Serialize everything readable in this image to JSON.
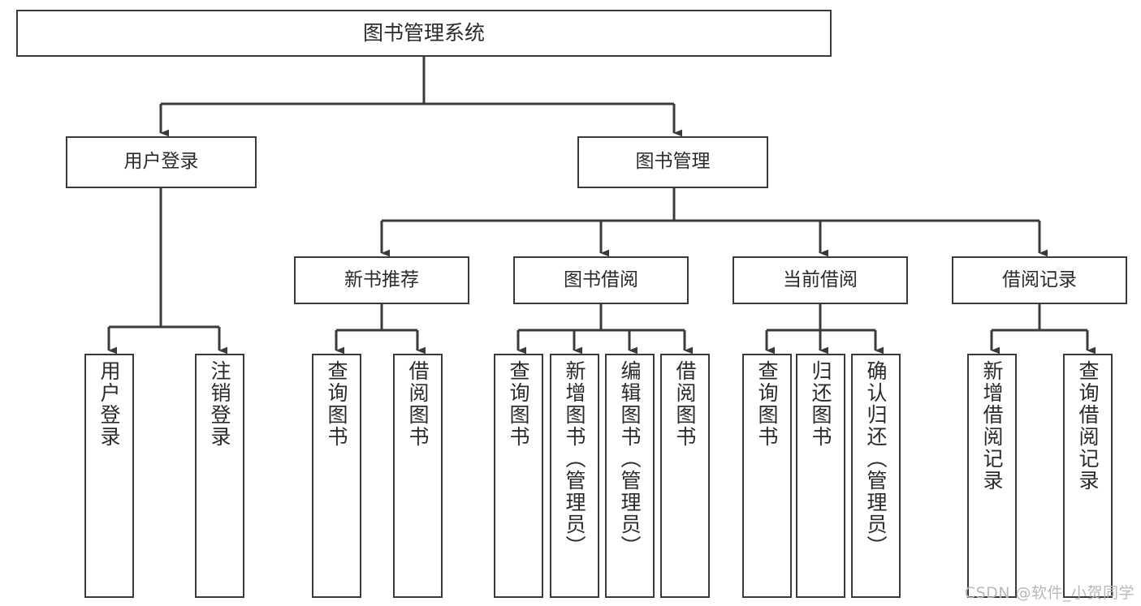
{
  "diagram": {
    "title": "图书管理系统",
    "watermark": "CSDN @软件_小贺同学",
    "colors": {
      "background": "#ffffff",
      "box_border": "#3a3a3a",
      "box_fill": "#ffffff",
      "edge": "#3a3a3a",
      "text": "#2b2b2b",
      "watermark": "#b9b9b9"
    },
    "nodes": {
      "root": {
        "label": "图书管理系统"
      },
      "level1": [
        {
          "label": "用户登录"
        },
        {
          "label": "图书管理"
        }
      ],
      "level2": [
        {
          "label": "新书推荐"
        },
        {
          "label": "图书借阅"
        },
        {
          "label": "当前借阅"
        },
        {
          "label": "借阅记录"
        }
      ],
      "leaves_user_login": [
        {
          "label": "用户登录"
        },
        {
          "label": "注销登录"
        }
      ],
      "leaves_new_book": [
        {
          "label": "查询图书"
        },
        {
          "label": "借阅图书"
        }
      ],
      "leaves_borrow": [
        {
          "label": "查询图书"
        },
        {
          "label": "新增图书（管理员）"
        },
        {
          "label": "编辑图书（管理员）"
        },
        {
          "label": "借阅图书"
        }
      ],
      "leaves_current": [
        {
          "label": "查询图书"
        },
        {
          "label": "归还图书"
        },
        {
          "label": "确认归还（管理员）"
        }
      ],
      "leaves_record": [
        {
          "label": "新增借阅记录"
        },
        {
          "label": "查询借阅记录"
        }
      ]
    }
  }
}
